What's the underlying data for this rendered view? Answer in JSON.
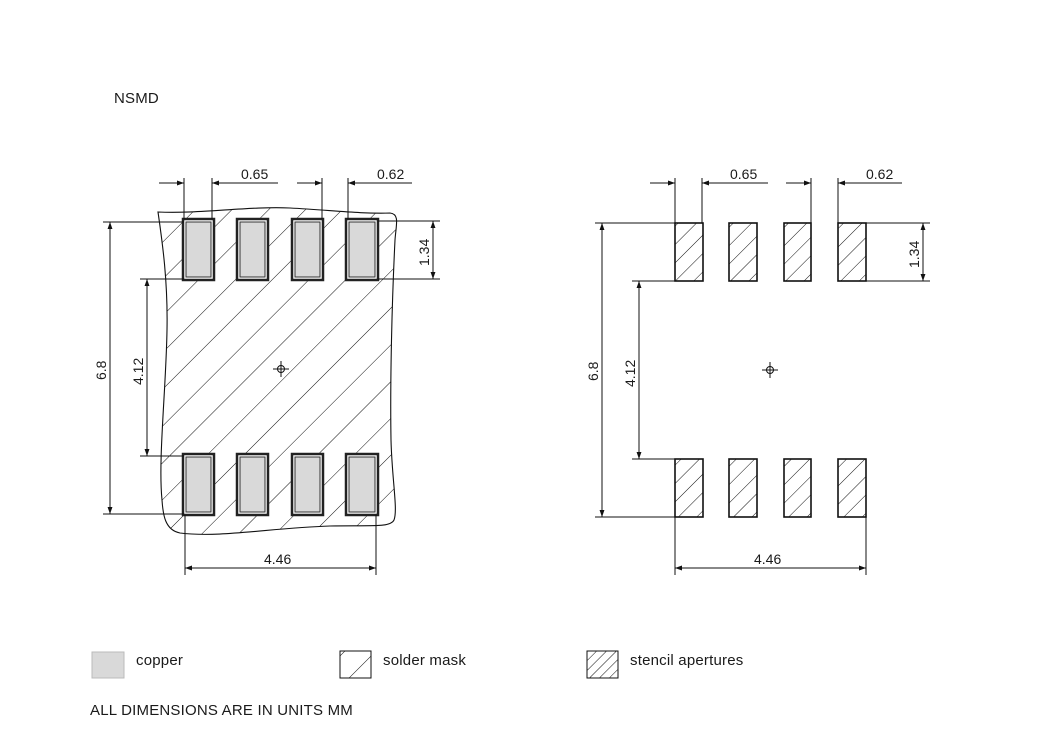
{
  "title": "NSMD",
  "note": "ALL DIMENSIONS ARE IN UNITS MM",
  "legend": [
    {
      "label": "copper",
      "swatch": "copper",
      "color": "#d9d9d9"
    },
    {
      "label": "solder mask",
      "swatch": "solder-mask-hatch"
    },
    {
      "label": "stencil apertures",
      "swatch": "stencil-hatch"
    }
  ],
  "diagrams": [
    {
      "name": "land-pattern-with-solder-mask",
      "dimensions": {
        "pad_pitch": "0.65",
        "pad_width": "0.62",
        "pad_height": "1.34",
        "overall_height": "6.8",
        "inner_gap": "4.12",
        "overall_width": "4.46"
      },
      "pads_per_row": 4,
      "rows": 2
    },
    {
      "name": "stencil-apertures",
      "dimensions": {
        "pad_pitch": "0.65",
        "pad_width": "0.62",
        "pad_height": "1.34",
        "overall_height": "6.8",
        "inner_gap": "4.12",
        "overall_width": "4.46"
      },
      "pads_per_row": 4,
      "rows": 2
    }
  ],
  "colors": {
    "copper_fill": "#d9d9d9",
    "line": "#111111",
    "background": "#ffffff"
  }
}
